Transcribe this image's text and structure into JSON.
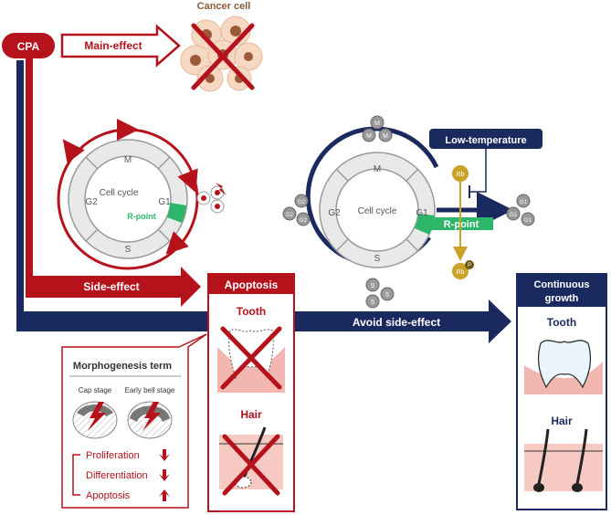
{
  "cpa_label": "CPA",
  "main_effect_label": "Main-effect",
  "cancer_cell_label": "Cancer cell",
  "side_effect_label": "Side-effect",
  "avoid_side_effect_label": "Avoid side-effect",
  "low_temperature_label": "Low-temperature",
  "left_cycle": {
    "center_label": "Cell cycle",
    "phases": {
      "m": "M",
      "g1": "G1",
      "s": "S",
      "g2": "G2"
    },
    "rpoint_label": "R-point"
  },
  "right_cycle": {
    "center_label": "Cell cycle",
    "phases": {
      "m": "M",
      "g1": "G1",
      "s": "S",
      "g2": "G2"
    },
    "rpoint_label": "R-point",
    "arrested_m": "M",
    "arrested_g1": "G1",
    "arrested_g2": "G2",
    "arrested_s": "S"
  },
  "rb_label": "Rb",
  "rbp_label": "Rb",
  "p_label": "P",
  "apoptosis_panel": {
    "title": "Apoptosis",
    "tooth_label": "Tooth",
    "hair_label": "Hair"
  },
  "morphogenesis_panel": {
    "title": "Morphogenesis term",
    "cap_stage": "Cap stage",
    "early_bell_stage": "Early bell stage",
    "rows": [
      {
        "label": "Proliferation",
        "direction": "down"
      },
      {
        "label": "Differentiation",
        "direction": "down"
      },
      {
        "label": "Apoptosis",
        "direction": "up"
      }
    ]
  },
  "growth_panel": {
    "title_line1": "Continuous",
    "title_line2": "growth",
    "tooth_label": "Tooth",
    "hair_label": "Hair"
  },
  "colors": {
    "red": "#b5121b",
    "navy": "#1b2a5e",
    "green": "#2db66a",
    "gold": "#c9a227",
    "pink": "#f5c6c0",
    "gray": "#cfcfcf"
  }
}
